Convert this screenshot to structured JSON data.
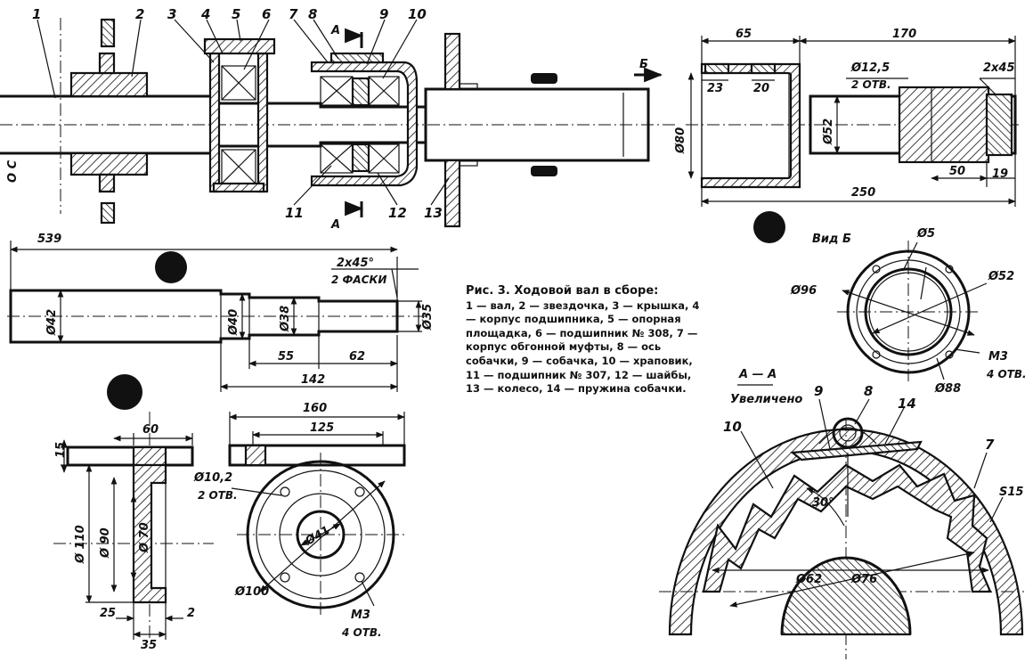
{
  "figure": {
    "caption_title": "Рис. 3. Ходовой вал в сборе:",
    "caption_body": "1 — вал, 2 — звездочка, 3 — крышка, 4 — корпус подшипника, 5 — опорная площадка, 6 — подшипник № 308, 7 — корпус обгонной муфты, 8 — ось собачки, 9 — собачка, 10 — храповик, 11 — подшипник № 307, 12 — шайбы, 13 — колесо, 14 — пружина собачки."
  },
  "labels": {
    "axis": "О С",
    "p1": "1",
    "p2": "2",
    "p3": "3",
    "p4": "4",
    "p5": "5",
    "p6": "6",
    "p7": "7",
    "p8": "8",
    "p9": "9",
    "p10": "10",
    "p11": "11",
    "p12": "12",
    "p13": "13",
    "p14": "14",
    "section_a_top": "А",
    "section_a_bottom": "А",
    "arrow_b": "Б",
    "view_b": "Вид Б",
    "section_aa": "А — А",
    "enlarged": "Увеличено"
  },
  "dims": {
    "shaft_len": "539",
    "shaft_d42": "Ø42",
    "shaft_d40": "Ø40",
    "shaft_d38": "Ø38",
    "shaft_d35": "Ø35",
    "shaft_55": "55",
    "shaft_62": "62",
    "shaft_142": "142",
    "shaft_chamfer": "2х45°",
    "shaft_chamfer_note": "2 ФАСКИ",
    "cl_65": "65",
    "cl_170": "170",
    "cl_23": "23",
    "cl_20": "20",
    "cl_d125": "Ø12,5",
    "cl_holes": "2 ОТВ.",
    "cl_2x45": "2х45",
    "cl_d80": "Ø80",
    "cl_d52": "Ø52",
    "cl_50": "50",
    "cl_19": "19",
    "cl_250": "250",
    "vb_d5": "Ø5",
    "vb_d96": "Ø96",
    "vb_d52": "Ø52",
    "vb_m3": "М3",
    "vb_holes": "4 ОТВ.",
    "vb_d88": "Ø88",
    "hb_60": "60",
    "hb_15": "15",
    "hb_d110": "Ø 110",
    "hb_d90": "Ø 90",
    "hb_d70": "Ø 70",
    "hb_25": "25",
    "hb_2": "2",
    "hb_35": "35",
    "fl_160": "160",
    "fl_125": "125",
    "fl_d102": "Ø10,2",
    "fl_holes": "2 ОТВ.",
    "fl_d41": "Ø41",
    "fl_d100": "Ø100",
    "fl_m3": "М3",
    "fl_holes4": "4 ОТВ.",
    "aa_30": "30°",
    "aa_s15": "S15",
    "aa_d62": "Ø62",
    "aa_d76": "Ø76"
  }
}
